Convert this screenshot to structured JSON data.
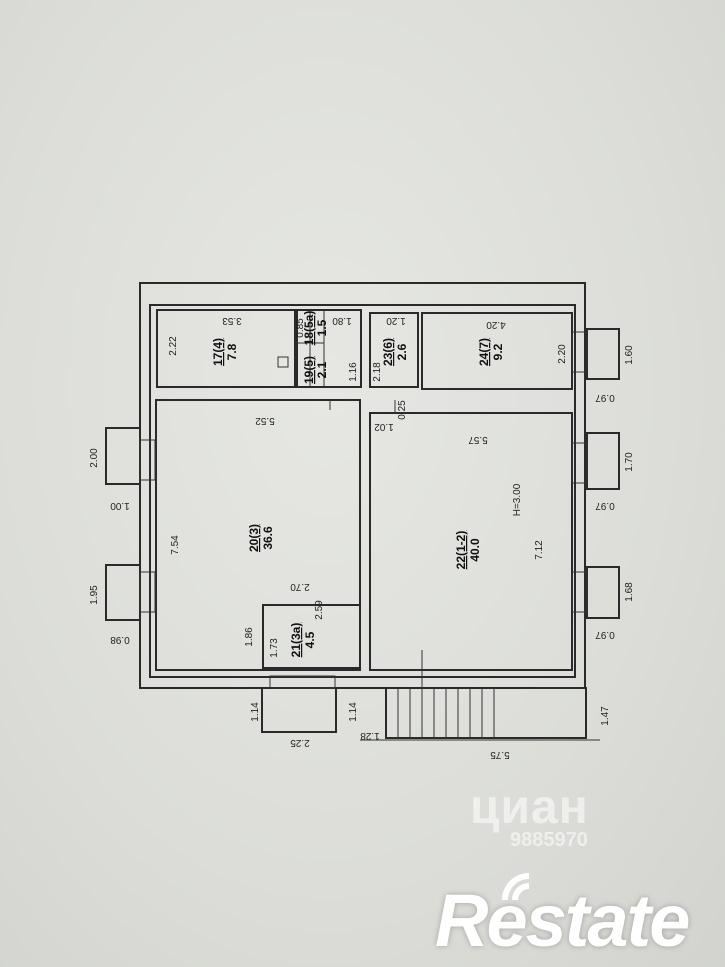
{
  "rooms": [
    {
      "num": "17(4)",
      "area": "7.8"
    },
    {
      "num": "19(5)",
      "area": "2.1"
    },
    {
      "num": "18(5а)",
      "area": "1.5"
    },
    {
      "num": "23(6)",
      "area": "2.6"
    },
    {
      "num": "24(7)",
      "area": "9.2"
    },
    {
      "num": "20(3)",
      "area": "36.6"
    },
    {
      "num": "21(3а)",
      "area": "4.5"
    },
    {
      "num": "22(1-2)",
      "area": "40.0"
    }
  ],
  "height_label": "H=3.00",
  "dimensions": {
    "d353": "3.53",
    "d222": "2.22",
    "d085": "0.85",
    "d180": "1.80",
    "d116": "1.16",
    "d120": "1.20",
    "d218": "2.18",
    "d420": "4.20",
    "d220": "2.20",
    "d160": "1.60",
    "d097a": "0.97",
    "d025": "0.25",
    "d102": "1.02",
    "d552": "5.52",
    "d557": "5.57",
    "d200": "2.00",
    "d100": "1.00",
    "d754": "7.54",
    "d170": "1.70",
    "d097b": "0.97",
    "d712": "7.12",
    "d195": "1.95",
    "d098": "0.98",
    "d270": "2.70",
    "d259": "2.59",
    "d186": "1.86",
    "d173": "1.73",
    "d168": "1.68",
    "d097c": "0.97",
    "d114a": "1.14",
    "d114b": "1.14",
    "d225": "2.25",
    "d128": "1.28",
    "d147": "1.47",
    "d575": "5.75"
  },
  "watermark": {
    "brand": "циан",
    "phone": "9885970"
  },
  "logo": {
    "text": "Restate"
  }
}
